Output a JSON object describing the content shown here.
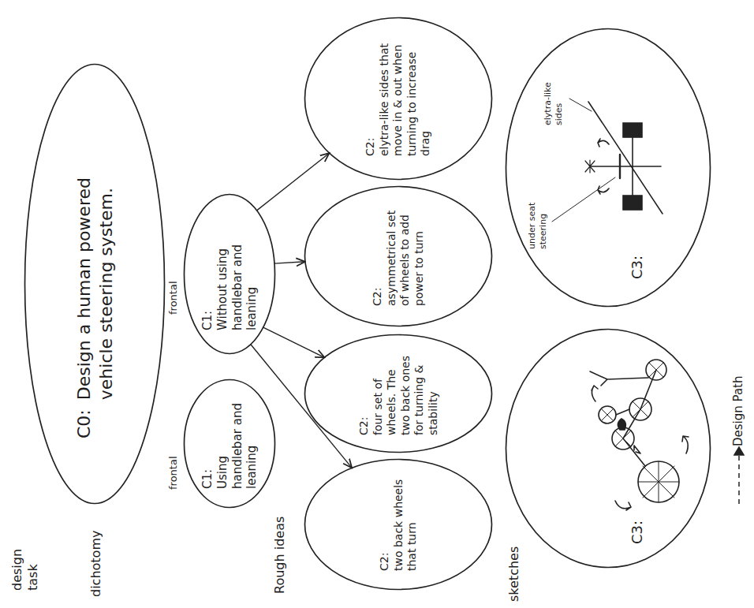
{
  "diagram": {
    "nodes": [
      {
        "text": [
          "C0:",
          "Design a human powered vehicle steering system."
        ]
      },
      {
        "text": [
          "C1:",
          "Using handlebar and leaning"
        ]
      },
      {
        "text": [
          "C1:",
          "Without using handlebar and leaning"
        ]
      },
      {
        "text": [
          "C2:",
          "two back wheels that turn"
        ]
      },
      {
        "text": [
          "C2:",
          "four set of wheels. The two back ones for turning & stability"
        ]
      },
      {
        "text": [
          "C2:",
          "asymmetrical set of wheels to add power to turn"
        ]
      },
      {
        "text": [
          "C2:",
          "elytra-like sides that move in & out when turning to increase drag"
        ]
      },
      {
        "text": [
          "C3:"
        ]
      },
      {
        "text": [
          "C3:"
        ]
      }
    ],
    "edges": [
      {
        "from": 2,
        "to": 3,
        "arrow": "to"
      },
      {
        "from": 2,
        "to": 4,
        "arrow": "to"
      },
      {
        "from": 2,
        "to": 5,
        "arrow": "to"
      },
      {
        "from": 2,
        "to": 6,
        "arrow": "to"
      }
    ],
    "labels": [
      "design task",
      "dichotomy",
      "Rough ideas",
      "sketches",
      "frontal",
      "frontal",
      "under seat steering",
      "elytra-like sides",
      "Design Path"
    ]
  }
}
